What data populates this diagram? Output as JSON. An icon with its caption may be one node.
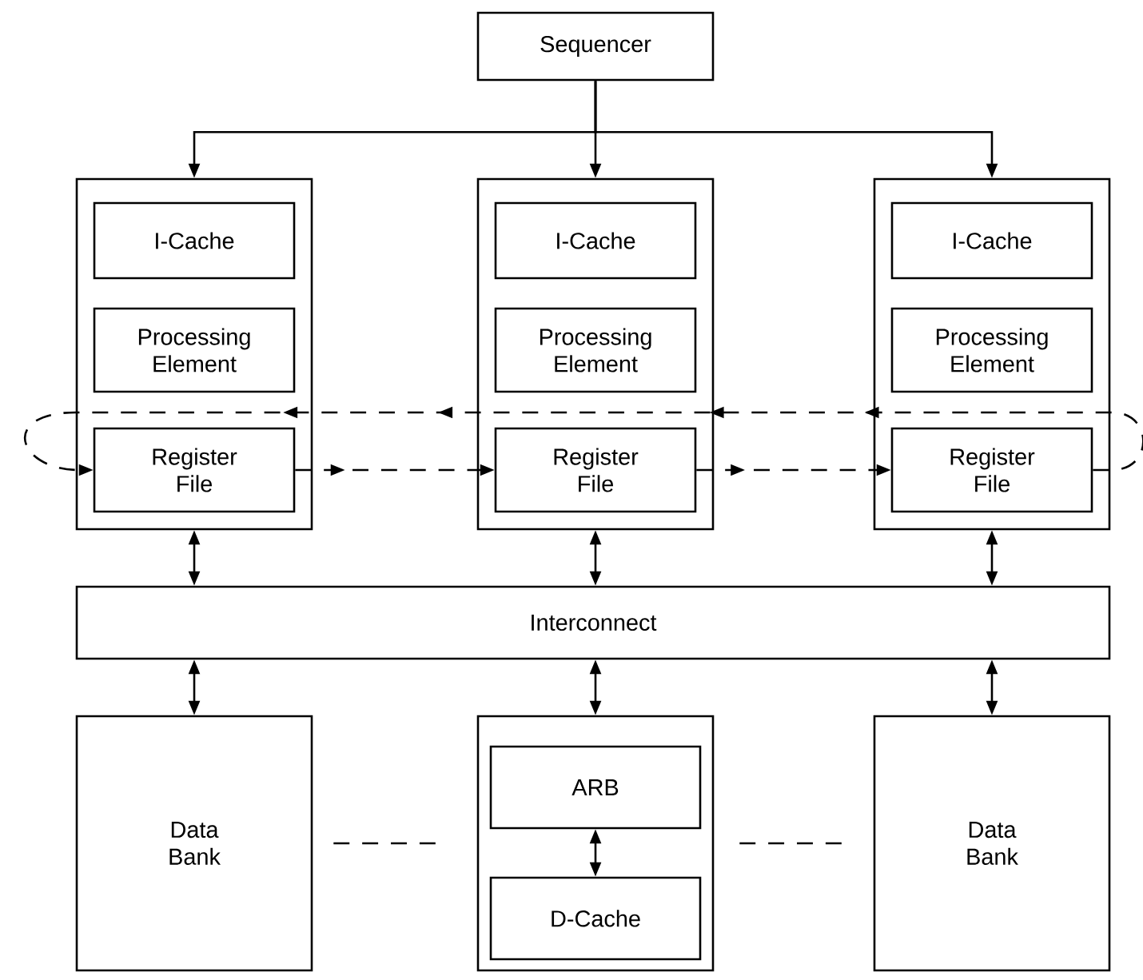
{
  "diagram": {
    "nodes": [
      {
        "text": [
          "Sequencer"
        ]
      },
      {
        "text": [],
        "shape": "box"
      },
      {
        "text": [
          "I-Cache"
        ],
        "in": 1
      },
      {
        "text": [
          "Processing Element"
        ],
        "in": 1
      },
      {
        "text": [
          "Register File"
        ],
        "in": 1
      },
      {
        "text": [],
        "shape": "box"
      },
      {
        "text": [
          "I-Cache"
        ],
        "in": 5
      },
      {
        "text": [
          "Processing Element"
        ],
        "in": 5
      },
      {
        "text": [
          "Register File"
        ],
        "in": 5
      },
      {
        "text": [],
        "shape": "box"
      },
      {
        "text": [
          "I-Cache"
        ],
        "in": 9
      },
      {
        "text": [
          "Processing Element"
        ],
        "in": 9
      },
      {
        "text": [
          "Register File"
        ],
        "in": 9
      },
      {
        "text": [
          "Interconnect"
        ]
      },
      {
        "text": [
          "Data Bank"
        ]
      },
      {
        "text": [],
        "shape": "box"
      },
      {
        "text": [
          "ARB"
        ],
        "in": 15
      },
      {
        "text": [
          "D-Cache"
        ],
        "in": 15
      },
      {
        "text": [
          "Data Bank"
        ]
      }
    ],
    "edges": [
      {
        "from": 0,
        "to": 1,
        "arrow": "to"
      },
      {
        "from": 0,
        "to": 5,
        "arrow": "to"
      },
      {
        "from": 0,
        "to": 9,
        "arrow": "to"
      },
      {
        "from": 4,
        "to": 8,
        "arrow": "to",
        "style": "dashed"
      },
      {
        "from": 8,
        "to": 12,
        "arrow": "to",
        "style": "dashed"
      },
      {
        "from": 12,
        "to": 4,
        "arrow": "to",
        "style": "dashed"
      },
      {
        "from": 1,
        "to": 13,
        "arrow": "both"
      },
      {
        "from": 5,
        "to": 13,
        "arrow": "both"
      },
      {
        "from": 9,
        "to": 13,
        "arrow": "both"
      },
      {
        "from": 13,
        "to": 14,
        "arrow": "both"
      },
      {
        "from": 13,
        "to": 15,
        "arrow": "both"
      },
      {
        "from": 13,
        "to": 18,
        "arrow": "both"
      },
      {
        "from": 16,
        "to": 17,
        "arrow": "both"
      },
      {
        "from": 14,
        "to": 15,
        "arrow": "none",
        "style": "dashed"
      },
      {
        "from": 15,
        "to": 18,
        "arrow": "none",
        "style": "dashed"
      }
    ]
  }
}
